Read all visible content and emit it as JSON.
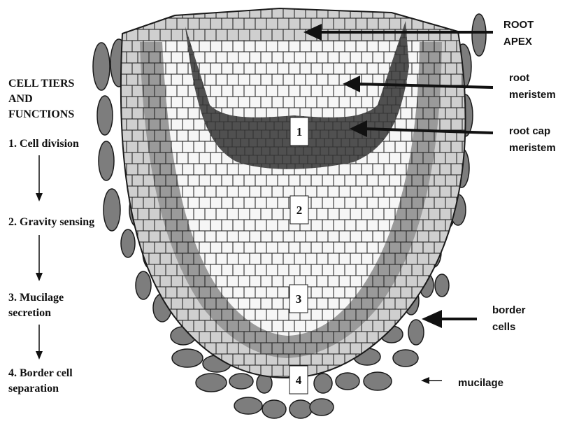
{
  "tiers_panel": {
    "heading_line1": "CELL TIERS",
    "heading_line2": "AND",
    "heading_line3": "FUNCTIONS",
    "step1": "1. Cell division",
    "step2": "2. Gravity sensing",
    "step3_line1": "3. Mucilage",
    "step3_line2": "secretion",
    "step4_line1": "4. Border cell",
    "step4_line2": "separation"
  },
  "labels": {
    "root_apex_line1": "ROOT",
    "root_apex_line2": "APEX",
    "root_meristem_line1": "root",
    "root_meristem_line2": "meristem",
    "root_cap_meristem_line1": "root cap",
    "root_cap_meristem_line2": "meristem",
    "border_cells_line1": "border",
    "border_cells_line2": "cells",
    "mucilage": "mucilage"
  },
  "tier_numbers": [
    "1",
    "2",
    "3",
    "4"
  ],
  "colors": {
    "meristem_dark": "#505050",
    "cap_mid": "#9a9a9a",
    "cap_light": "#cfcfcf",
    "cell_white": "#f6f6f6",
    "border_cell": "#7d7d7d",
    "cell_wall": "#1a1a1a"
  }
}
